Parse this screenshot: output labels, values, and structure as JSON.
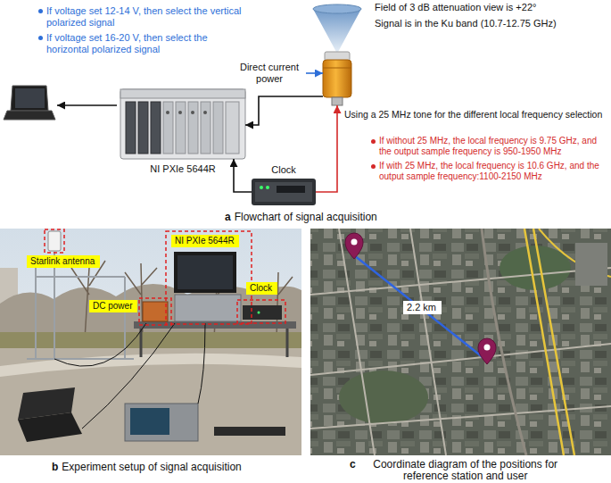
{
  "diagram": {
    "nodes": [
      {
        "text": [
          "Field of 3 dB attenuation view is +22°",
          "Signal is in the Ku band (10.7-12.75 GHz)"
        ]
      },
      {
        "text": [
          "Direct current power"
        ]
      },
      {
        "text": [
          "NI PXIe 5644R"
        ]
      },
      {
        "text": [
          "Clock"
        ]
      },
      {
        "text": [
          "Starlink antenna"
        ]
      },
      {
        "text": [
          "NI PXIe 5644R"
        ]
      },
      {
        "text": [
          "DC power"
        ]
      },
      {
        "text": [
          "Clock"
        ]
      },
      {
        "text": [
          "2.2 km"
        ]
      }
    ],
    "edges": [
      {
        "from": 1,
        "to": 0,
        "arrow": "to"
      },
      {
        "from": 0,
        "to": 2,
        "arrow": "to"
      },
      {
        "from": 3,
        "to": 2,
        "arrow": "to"
      },
      {
        "from": 3,
        "to": 0,
        "arrow": "to",
        "label": "Using a 25 MHz tone for the different local frequency selection"
      }
    ],
    "labels": [
      "If voltage set 12-14 V, then select the vertical polarized signal",
      "If voltage set 16-20 V, then select the horizontal polarized signal",
      "If without 25 MHz, the local frequency is 9.75 GHz, and the output sample frequency is 950-1950 MHz",
      "If with 25 MHz, the local frequency is 10.6 GHz, and the output sample frequency:1100-2150 MHz",
      "a",
      "Flowchart of signal acquisition",
      "b",
      "Experiment setup of signal acquisition",
      "c",
      "Coordinate diagram of the positions for reference station and user"
    ]
  }
}
